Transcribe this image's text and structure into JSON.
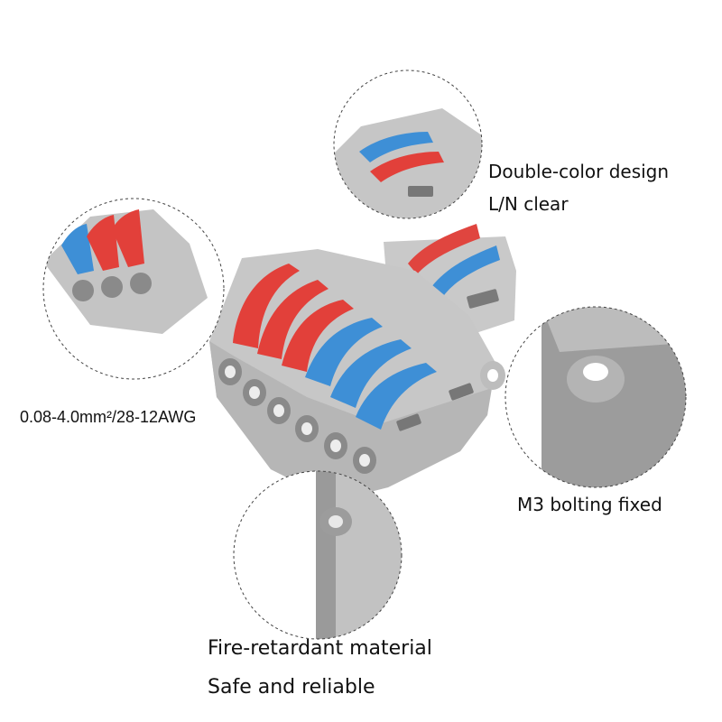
{
  "captions": {
    "double_color": "Double-color design",
    "ln_clear": "L/N clear",
    "wire_range": "0.08-4.0mm²/28-12AWG",
    "m3_bolting": "M3 bolting fixed",
    "fire_retardant": "Fire-retardant material",
    "safe_reliable": "Safe and reliable"
  },
  "colors": {
    "housing": "#c4c4c4",
    "housing_dark": "#8f8f8f",
    "lever_red": "#e2403a",
    "lever_blue": "#3e8fd6",
    "circle_border": "#444444"
  }
}
